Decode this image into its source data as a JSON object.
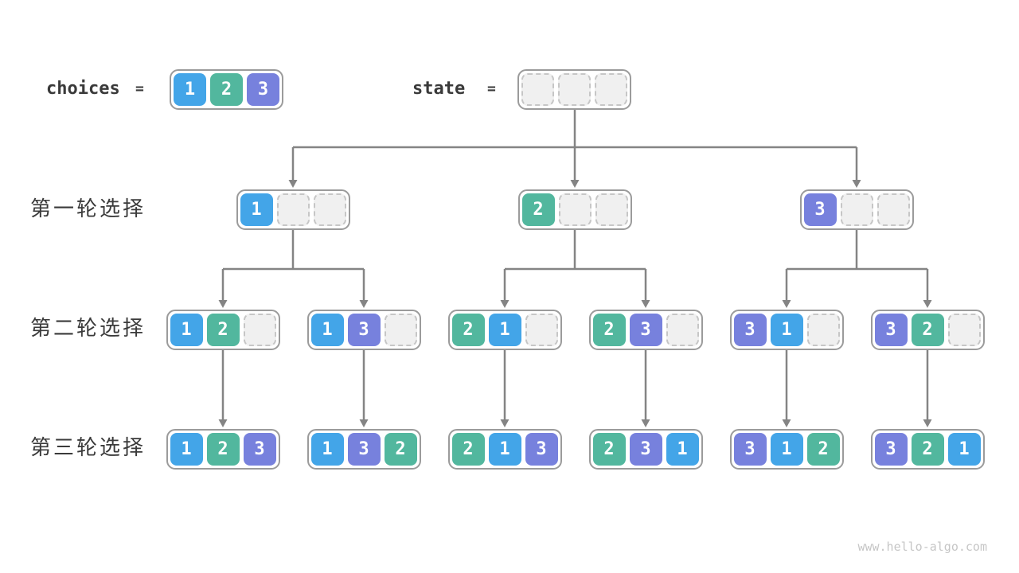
{
  "header": {
    "choices_label": "choices",
    "equals_sign": "=",
    "choices_cells": [
      "1",
      "2",
      "3"
    ],
    "state_label": "state",
    "state_cells": [
      "",
      "",
      ""
    ]
  },
  "row_labels": [
    "第一轮选择",
    "第二轮选择",
    "第三轮选择"
  ],
  "tree": {
    "round1": [
      [
        "1",
        "",
        ""
      ],
      [
        "2",
        "",
        ""
      ],
      [
        "3",
        "",
        ""
      ]
    ],
    "round2": [
      [
        "1",
        "2",
        ""
      ],
      [
        "1",
        "3",
        ""
      ],
      [
        "2",
        "1",
        ""
      ],
      [
        "2",
        "3",
        ""
      ],
      [
        "3",
        "1",
        ""
      ],
      [
        "3",
        "2",
        ""
      ]
    ],
    "round3": [
      [
        "1",
        "2",
        "3"
      ],
      [
        "1",
        "3",
        "2"
      ],
      [
        "2",
        "1",
        "3"
      ],
      [
        "2",
        "3",
        "1"
      ],
      [
        "3",
        "1",
        "2"
      ],
      [
        "3",
        "2",
        "1"
      ]
    ]
  },
  "watermark": "www.hello-algo.com",
  "colors": {
    "cell_fills": {
      "1": "#43A5E8",
      "2": "#52B79E",
      "3": "#7781DD"
    },
    "empty_cell_fill": "#F0F0F0",
    "empty_cell_border": "#C6C6C6",
    "box_border": "#9B9B9B",
    "connector": "#848484",
    "text": "#3A3A3A",
    "watermark_text": "#C6C6C6"
  }
}
